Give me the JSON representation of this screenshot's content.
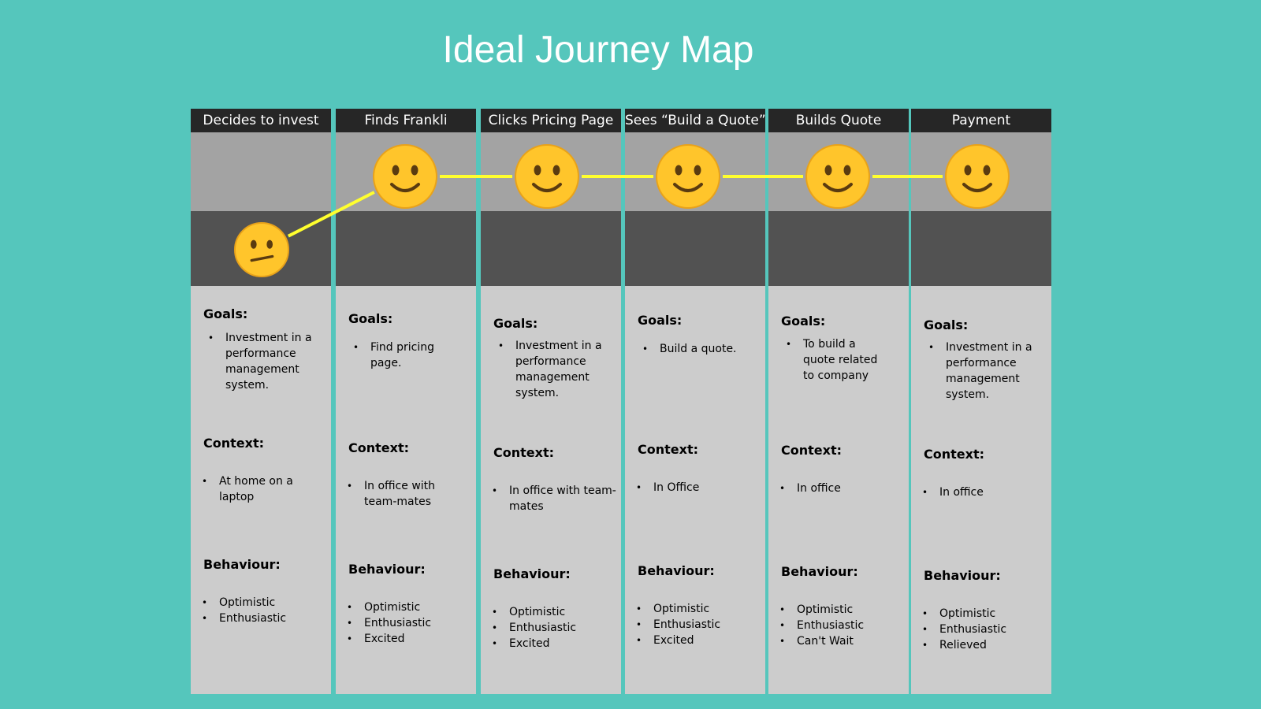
{
  "title": "Ideal Journey Map",
  "colors": {
    "background": "#55c6bc",
    "header": "#262626",
    "band_light": "#a3a3a3",
    "band_dark": "#525252",
    "panel": "#cccccc",
    "line": "#ffff2e",
    "emoji": "#ffc52b"
  },
  "stages": [
    {
      "header": "Decides to invest",
      "emotion": "neutral-face-icon",
      "emotion_level": "low",
      "goals_label": "Goals:",
      "goals": [
        "Investment in a performance management system."
      ],
      "context_label": "Context:",
      "context": [
        "At home on a laptop"
      ],
      "behaviour_label": "Behaviour:",
      "behaviour": [
        "Optimistic",
        "Enthusiastic"
      ]
    },
    {
      "header": "Finds Frankli",
      "emotion": "smiling-face-icon",
      "emotion_level": "high",
      "goals_label": "Goals:",
      "goals": [
        "Find pricing page."
      ],
      "context_label": "Context:",
      "context": [
        "In office with team-mates"
      ],
      "behaviour_label": "Behaviour:",
      "behaviour": [
        "Optimistic",
        "Enthusiastic",
        "Excited"
      ]
    },
    {
      "header": "Clicks Pricing Page",
      "emotion": "smiling-face-icon",
      "emotion_level": "high",
      "goals_label": "Goals:",
      "goals": [
        "Investment in a performance management system."
      ],
      "context_label": "Context:",
      "context": [
        "In office with team-mates"
      ],
      "behaviour_label": "Behaviour:",
      "behaviour": [
        "Optimistic",
        "Enthusiastic",
        "Excited"
      ]
    },
    {
      "header": "Sees “Build a Quote”",
      "emotion": "smiling-face-icon",
      "emotion_level": "high",
      "goals_label": "Goals:",
      "goals": [
        "Build a quote."
      ],
      "context_label": "Context:",
      "context": [
        "In Office"
      ],
      "behaviour_label": "Behaviour:",
      "behaviour": [
        "Optimistic",
        "Enthusiastic",
        "Excited"
      ]
    },
    {
      "header": "Builds Quote",
      "emotion": "smiling-face-icon",
      "emotion_level": "high",
      "goals_label": "Goals:",
      "goals": [
        "To build a quote related to company"
      ],
      "context_label": "Context:",
      "context": [
        "In office"
      ],
      "behaviour_label": "Behaviour:",
      "behaviour": [
        "Optimistic",
        "Enthusiastic",
        "Can't Wait"
      ]
    },
    {
      "header": "Payment",
      "emotion": "smiling-face-icon",
      "emotion_level": "high",
      "goals_label": "Goals:",
      "goals": [
        "Investment in a performance management system."
      ],
      "context_label": "Context:",
      "context": [
        "In office"
      ],
      "behaviour_label": "Behaviour:",
      "behaviour": [
        "Optimistic",
        "Enthusiastic",
        "Relieved"
      ]
    }
  ]
}
